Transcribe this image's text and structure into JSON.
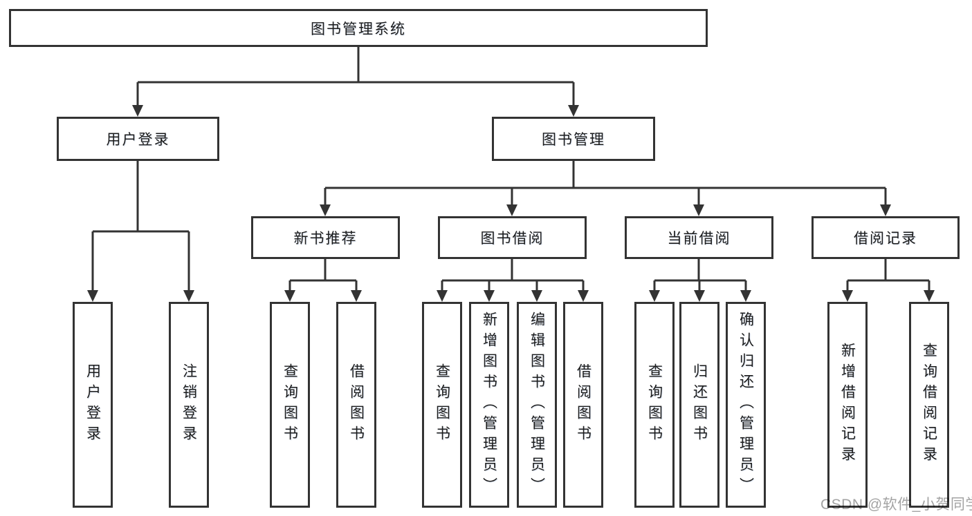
{
  "tree": {
    "label": "图书管理系统",
    "children": [
      {
        "label": "用户登录",
        "children": [
          {
            "label": "用户登录"
          },
          {
            "label": "注销登录"
          }
        ]
      },
      {
        "label": "图书管理",
        "children": [
          {
            "label": "新书推荐",
            "children": [
              {
                "label": "查询图书"
              },
              {
                "label": "借阅图书"
              }
            ]
          },
          {
            "label": "图书借阅",
            "children": [
              {
                "label": "查询图书"
              },
              {
                "label": "新增图书（管理员）"
              },
              {
                "label": "编辑图书（管理员）"
              },
              {
                "label": "借阅图书"
              }
            ]
          },
          {
            "label": "当前借阅",
            "children": [
              {
                "label": "查询图书"
              },
              {
                "label": "归还图书"
              },
              {
                "label": "确认归还（管理员）"
              }
            ]
          },
          {
            "label": "借阅记录",
            "children": [
              {
                "label": "新增借阅记录"
              },
              {
                "label": "查询借阅记录"
              }
            ]
          }
        ]
      }
    ]
  },
  "watermark": {
    "text": "CSDN @软件_小贺同学"
  },
  "colors": {
    "line": "#333333",
    "box_border": "#333333",
    "text": "#1c1c1c",
    "watermark": "#a3a3a3",
    "background": "#ffffff"
  }
}
